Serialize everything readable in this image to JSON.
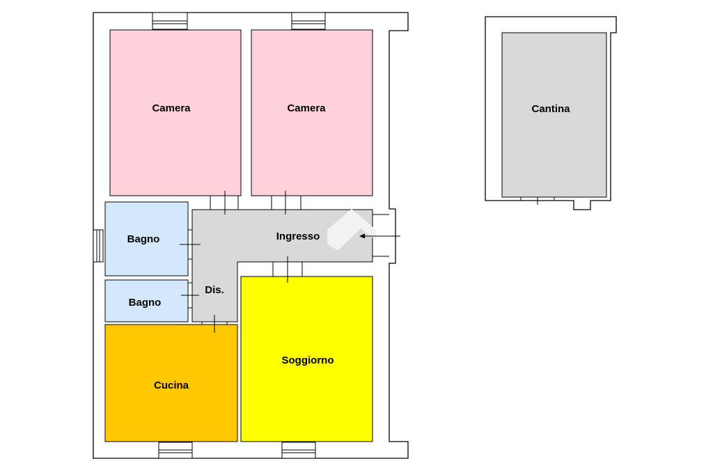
{
  "colors": {
    "bedroom": "#ffd1da",
    "bathroom": "#d3e8fb",
    "hallway": "#d9d9d9",
    "kitchen": "#ffc800",
    "living": "#ffff00",
    "cellar": "#d9d9d9",
    "watermark": "#f2f2f2"
  },
  "rooms": {
    "camera1": "Camera",
    "camera2": "Camera",
    "bagno1": "Bagno",
    "bagno2": "Bagno",
    "ingresso": "Ingresso",
    "dis": "Dis.",
    "cucina": "Cucina",
    "soggiorno": "Soggiorno",
    "cantina": "Cantina"
  },
  "icons": {
    "entrance": "entrance-arrow-icon",
    "watermark": "logo-watermark-icon"
  }
}
